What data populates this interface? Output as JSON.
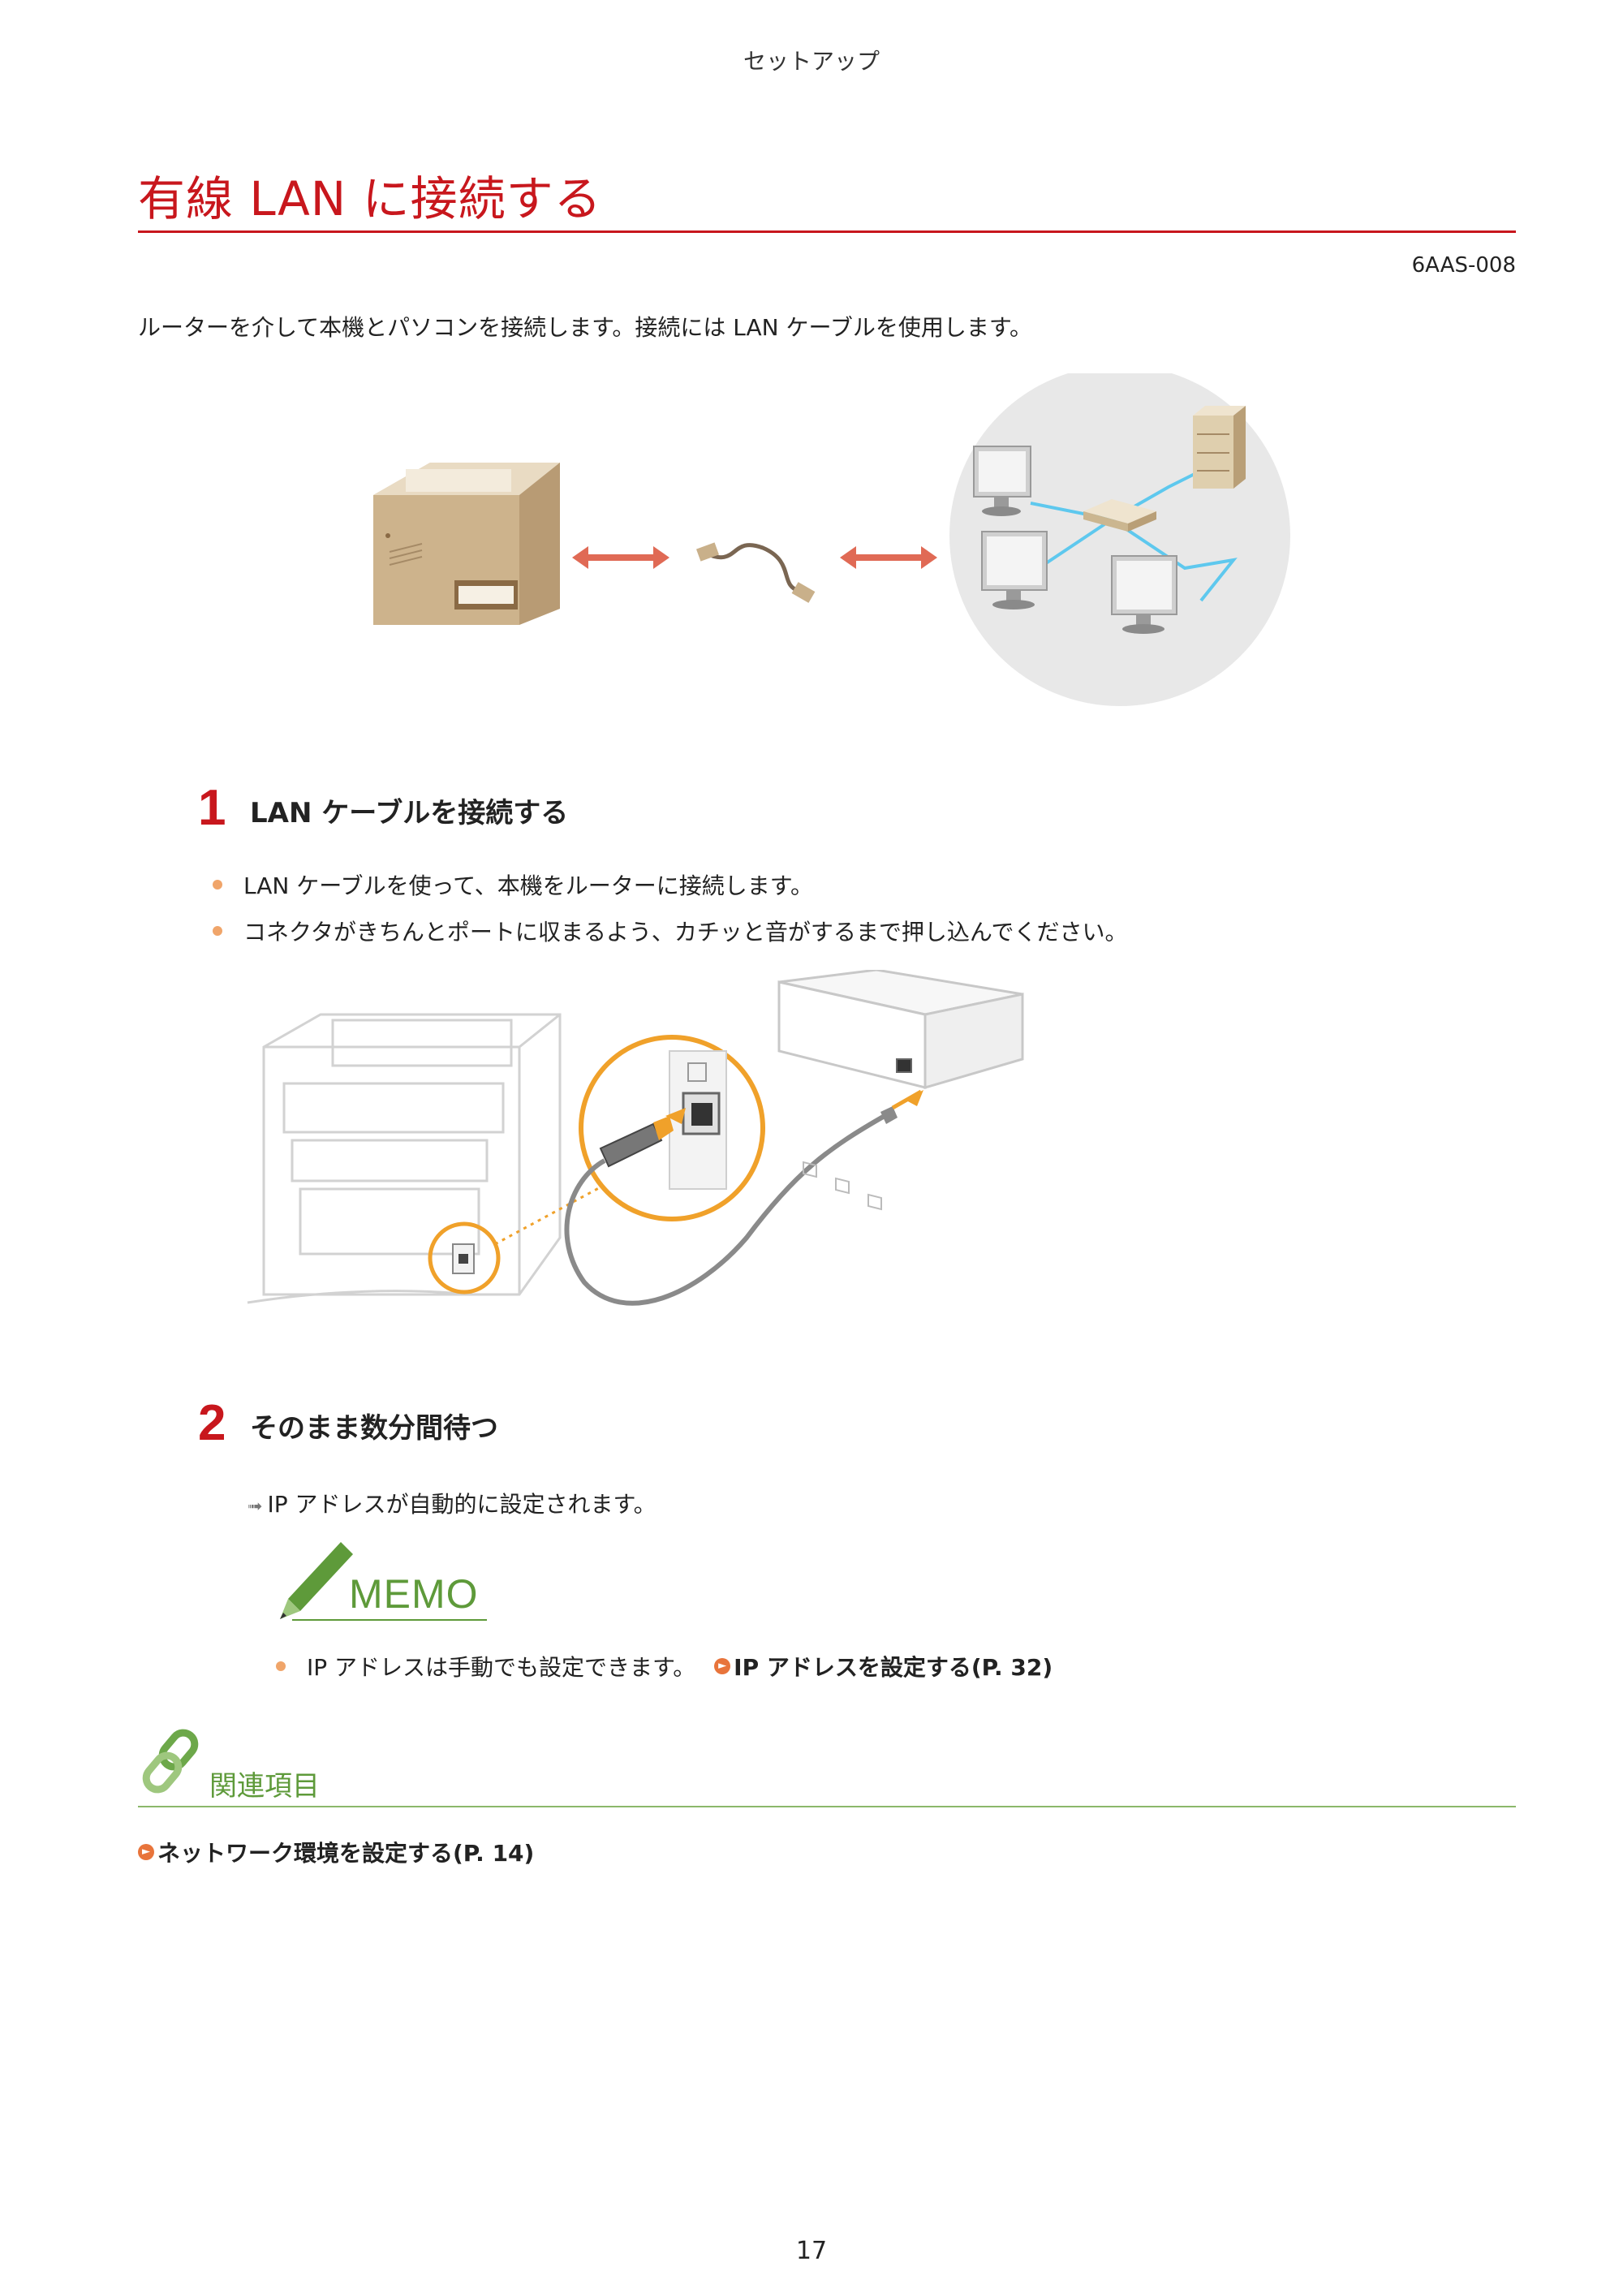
{
  "header": {
    "section": "セットアップ"
  },
  "title": "有線 LAN に接続する",
  "doc_code": "6AAS-008",
  "intro": "ルーターを介して本機とパソコンを接続します。接続には LAN ケーブルを使用します。",
  "steps": [
    {
      "number": "1",
      "title": "LAN ケーブルを接続する",
      "bullets": [
        "LAN ケーブルを使って、本機をルーターに接続します。",
        "コネクタがきちんとポートに収まるよう、カチッと音がするまで押し込んでください。"
      ]
    },
    {
      "number": "2",
      "title": "そのまま数分間待つ",
      "result": "IP アドレスが自動的に設定されます。"
    }
  ],
  "memo": {
    "label": "MEMO",
    "text": "IP アドレスは手動でも設定できます。",
    "link": "IP アドレスを設定する(P. 32)"
  },
  "related": {
    "title": "関連項目",
    "links": [
      "ネットワーク環境を設定する(P. 14)"
    ]
  },
  "page_number": "17",
  "colors": {
    "title_red": "#c8171d",
    "memo_green": "#5e9a3a",
    "bullet_orange": "#f0a56a",
    "link_orange": "#e8743b",
    "callout_orange": "#f0a12a",
    "network_blue": "#5ec8ee"
  }
}
